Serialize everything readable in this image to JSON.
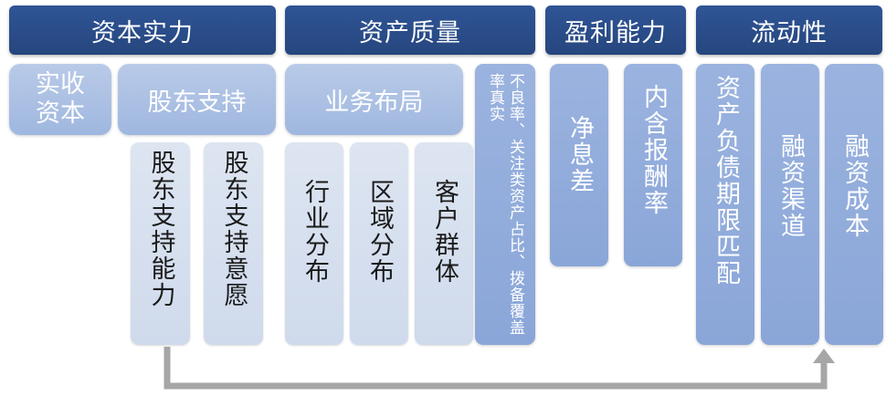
{
  "headers": {
    "capital": "资本实力",
    "assets": "资产质量",
    "profit": "盈利能力",
    "liquidity": "流动性"
  },
  "capital": {
    "paid_in_line1": "实收",
    "paid_in_line2": "资本",
    "shareholder": "股东支持",
    "shareholder_ability": "股东支持能力",
    "shareholder_willingness": "股东支持意愿"
  },
  "assets": {
    "business_layout": "业务布局",
    "industry": "行业分布",
    "region": "区域分布",
    "customer": "客户群体",
    "quality_metrics": "不良率、关注类资产占比、拨备覆盖率真实"
  },
  "profit": {
    "nim": "净息差",
    "internal_return": "内含报酬率"
  },
  "liquidity": {
    "maturity": "资产负债期限匹配",
    "channel": "融资渠道",
    "cost": "融资成本"
  },
  "colors": {
    "header": "#2f5596",
    "light_box": "#b9cae8",
    "pale_box": "#dde5f1",
    "blue_box": "#9bb3df",
    "arrow": "#a6a6a6"
  }
}
